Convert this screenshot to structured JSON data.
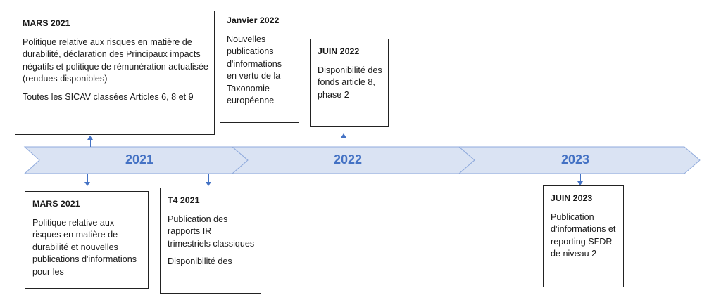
{
  "timeline": {
    "segments": [
      {
        "label": "2021"
      },
      {
        "label": "2022"
      },
      {
        "label": "2023"
      }
    ],
    "colors": {
      "fill": "#dae3f3",
      "stroke": "#8faadc",
      "text": "#4472c4"
    }
  },
  "events": {
    "top_mars2021": {
      "title": "MARS 2021",
      "p1": "Politique relative aux risques en matière de durabilité, déclaration des Principaux impacts négatifs et politique de rémunération actualisée (rendues disponibles)",
      "p2": "Toutes les SICAV classées Articles 6, 8 et 9"
    },
    "top_janv2022": {
      "title": "Janvier 2022",
      "p1": "Nouvelles publications d'informations en vertu de la Taxonomie européenne"
    },
    "top_juin2022": {
      "title": "JUIN 2022",
      "p1": "Disponibilité des fonds article 8, phase 2"
    },
    "bottom_mars2021": {
      "title": "MARS 2021",
      "p1": "Politique relative aux risques en matière de durabilité et nouvelles publications d'informations pour les"
    },
    "bottom_t42021": {
      "title": "T4 2021",
      "p1": "Publication des rapports IR trimestriels classiques",
      "p2": "Disponibilité des"
    },
    "bottom_juin2023": {
      "title": "JUIN 2023",
      "p1": "Publication d’informations et reporting SFDR de niveau 2"
    }
  }
}
